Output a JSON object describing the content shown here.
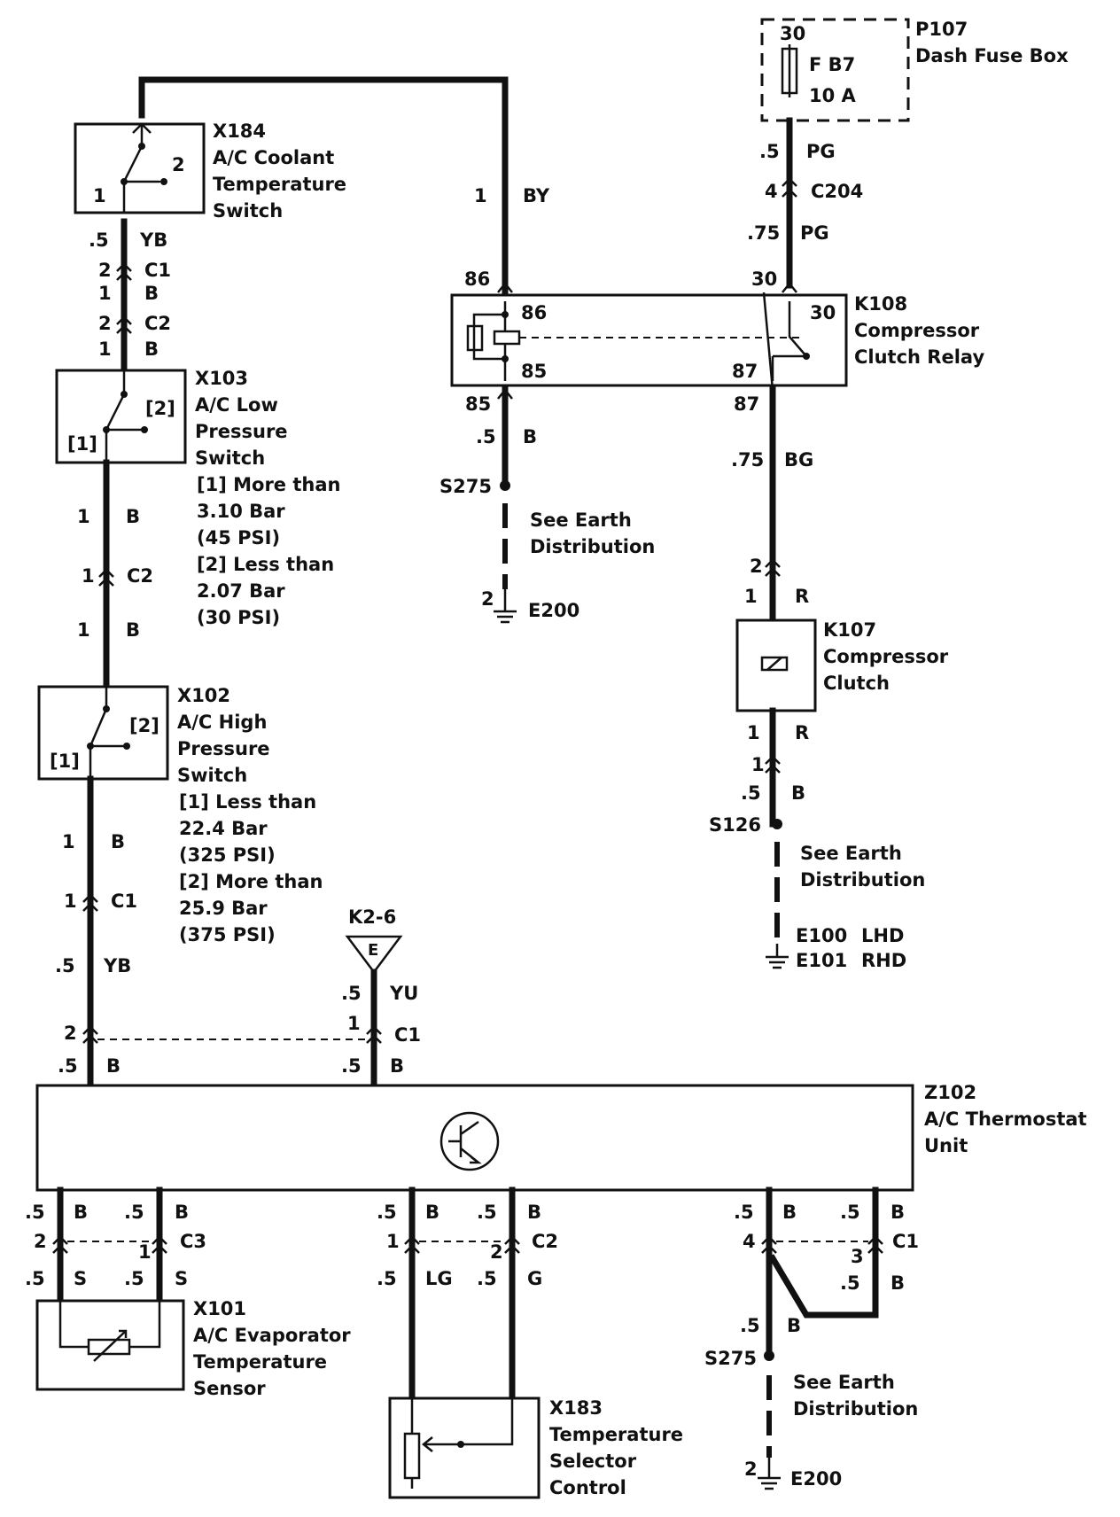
{
  "components": {
    "p107": {
      "id": "P107",
      "name": "Dash Fuse Box",
      "pin": "30",
      "fuse": "F B7",
      "rating": "10 A"
    },
    "x184": {
      "id": "X184",
      "line1": "A/C Coolant",
      "line2": "Temperature",
      "line3": "Switch",
      "pin1": "1",
      "pin2": "2"
    },
    "k108": {
      "id": "K108",
      "line1": "Compressor",
      "line2": "Clutch Relay",
      "pin86": "86",
      "pin85": "85",
      "pin30": "30",
      "pin87": "87"
    },
    "x103": {
      "id": "X103",
      "line1": "A/C Low",
      "line2": "Pressure",
      "line3": "Switch",
      "pin1": "[1]",
      "pin2": "[2]",
      "note1": "[1] More than",
      "note2": "3.10 Bar",
      "note3": "(45 PSI)",
      "note4": "[2] Less than",
      "note5": "2.07 Bar",
      "note6": "(30 PSI)"
    },
    "x102": {
      "id": "X102",
      "line1": "A/C High",
      "line2": "Pressure",
      "line3": "Switch",
      "pin1": "[1]",
      "pin2": "[2]",
      "note1": "[1] Less than",
      "note2": "22.4 Bar",
      "note3": "(325 PSI)",
      "note4": "[2] More than",
      "note5": "25.9 Bar",
      "note6": "(375 PSI)"
    },
    "k107": {
      "id": "K107",
      "line1": "Compressor",
      "line2": "Clutch"
    },
    "z102": {
      "id": "Z102",
      "line1": "A/C Thermostat",
      "line2": "Unit"
    },
    "x101": {
      "id": "X101",
      "line1": "A/C Evaporator",
      "line2": "Temperature",
      "line3": "Sensor"
    },
    "x183": {
      "id": "X183",
      "line1": "Temperature",
      "line2": "Selector",
      "line3": "Control"
    },
    "k2": {
      "id": "K2-6",
      "letter": "E"
    }
  },
  "wires": {
    "top_by": {
      "pin": "1",
      "color": "BY"
    },
    "fuse_out": {
      "size": ".5",
      "color": "PG"
    },
    "c204": {
      "pin": "4",
      "name": "C204"
    },
    "relay_in": {
      "size": ".75",
      "color": "PG"
    },
    "relay_86_out": "86",
    "relay_30_in": "30",
    "x184_out": {
      "size": ".5",
      "color": "YB"
    },
    "c1_top": {
      "pin": "2",
      "name": "C1",
      "pin_b": "1",
      "color": "B"
    },
    "c2_top": {
      "pin": "2",
      "name": "C2",
      "pin_b": "1",
      "color": "B"
    },
    "x103_out": {
      "size": "1",
      "color": "B"
    },
    "c2_mid": {
      "pin": "1",
      "name": "C2"
    },
    "x102_in": {
      "size": "1",
      "color": "B"
    },
    "x102_out": {
      "size": "1",
      "color": "B"
    },
    "c1_mid": {
      "pin": "1",
      "name": "C1"
    },
    "to_c1_bottom": {
      "size": ".5",
      "color": "YB"
    },
    "c1_bottom_left": {
      "pin": "2"
    },
    "z102_left": {
      "size": ".5",
      "color": "B"
    },
    "k2_out": {
      "size": ".5",
      "color": "YU"
    },
    "c1_bottom_right": {
      "pin": "1",
      "name": "C1"
    },
    "z102_mid": {
      "size": ".5",
      "color": "B"
    },
    "relay_85_out": {
      "pin": "85",
      "size": ".5",
      "color": "B"
    },
    "s275_top": "S275",
    "earth_top": {
      "label": "See Earth",
      "label2": "Distribution"
    },
    "e200_top": {
      "pin": "2",
      "name": "E200"
    },
    "relay_87_out": {
      "pin": "87",
      "size": ".75",
      "color": "BG"
    },
    "k107_in": {
      "pin": "2",
      "pin_b": "1",
      "color": "R"
    },
    "k107_out": {
      "pin": "1",
      "color": "R",
      "pin_c": "1",
      "size": ".5",
      "color_b": "B"
    },
    "s126": "S126",
    "earth_right": {
      "label": "See Earth",
      "label2": "Distribution"
    },
    "e100": {
      "name": "E100",
      "side": "LHD"
    },
    "e101": {
      "name": "E101",
      "side": "RHD"
    },
    "x101_a": {
      "size": ".5",
      "color": "B",
      "size_b": ".5",
      "color_b": "B"
    },
    "c3": {
      "pin_a": "2",
      "pin_b": "1",
      "name": "C3"
    },
    "x101_b": {
      "size": ".5",
      "color": "S",
      "size_b": ".5",
      "color_b": "S"
    },
    "x183_a": {
      "size": ".5",
      "color": "B",
      "size_b": ".5",
      "color_b": "B"
    },
    "c2_bottom": {
      "pin_a": "1",
      "pin_b": "2",
      "name": "C2"
    },
    "x183_b": {
      "size": ".5",
      "color": "LG",
      "size_b": ".5",
      "color_b": "G"
    },
    "right_a": {
      "size": ".5",
      "color": "B",
      "size_b": ".5",
      "color_b": "B"
    },
    "c1_right": {
      "pin_a": "4",
      "pin_b": "3",
      "name": "C1"
    },
    "right_b": {
      "size": ".5",
      "color": "B"
    },
    "right_c": {
      "size": ".5",
      "color": "B"
    },
    "s275_bottom": "S275",
    "earth_bottom": {
      "label": "See Earth",
      "label2": "Distribution"
    },
    "e200_bottom": {
      "pin": "2",
      "name": "E200"
    }
  }
}
